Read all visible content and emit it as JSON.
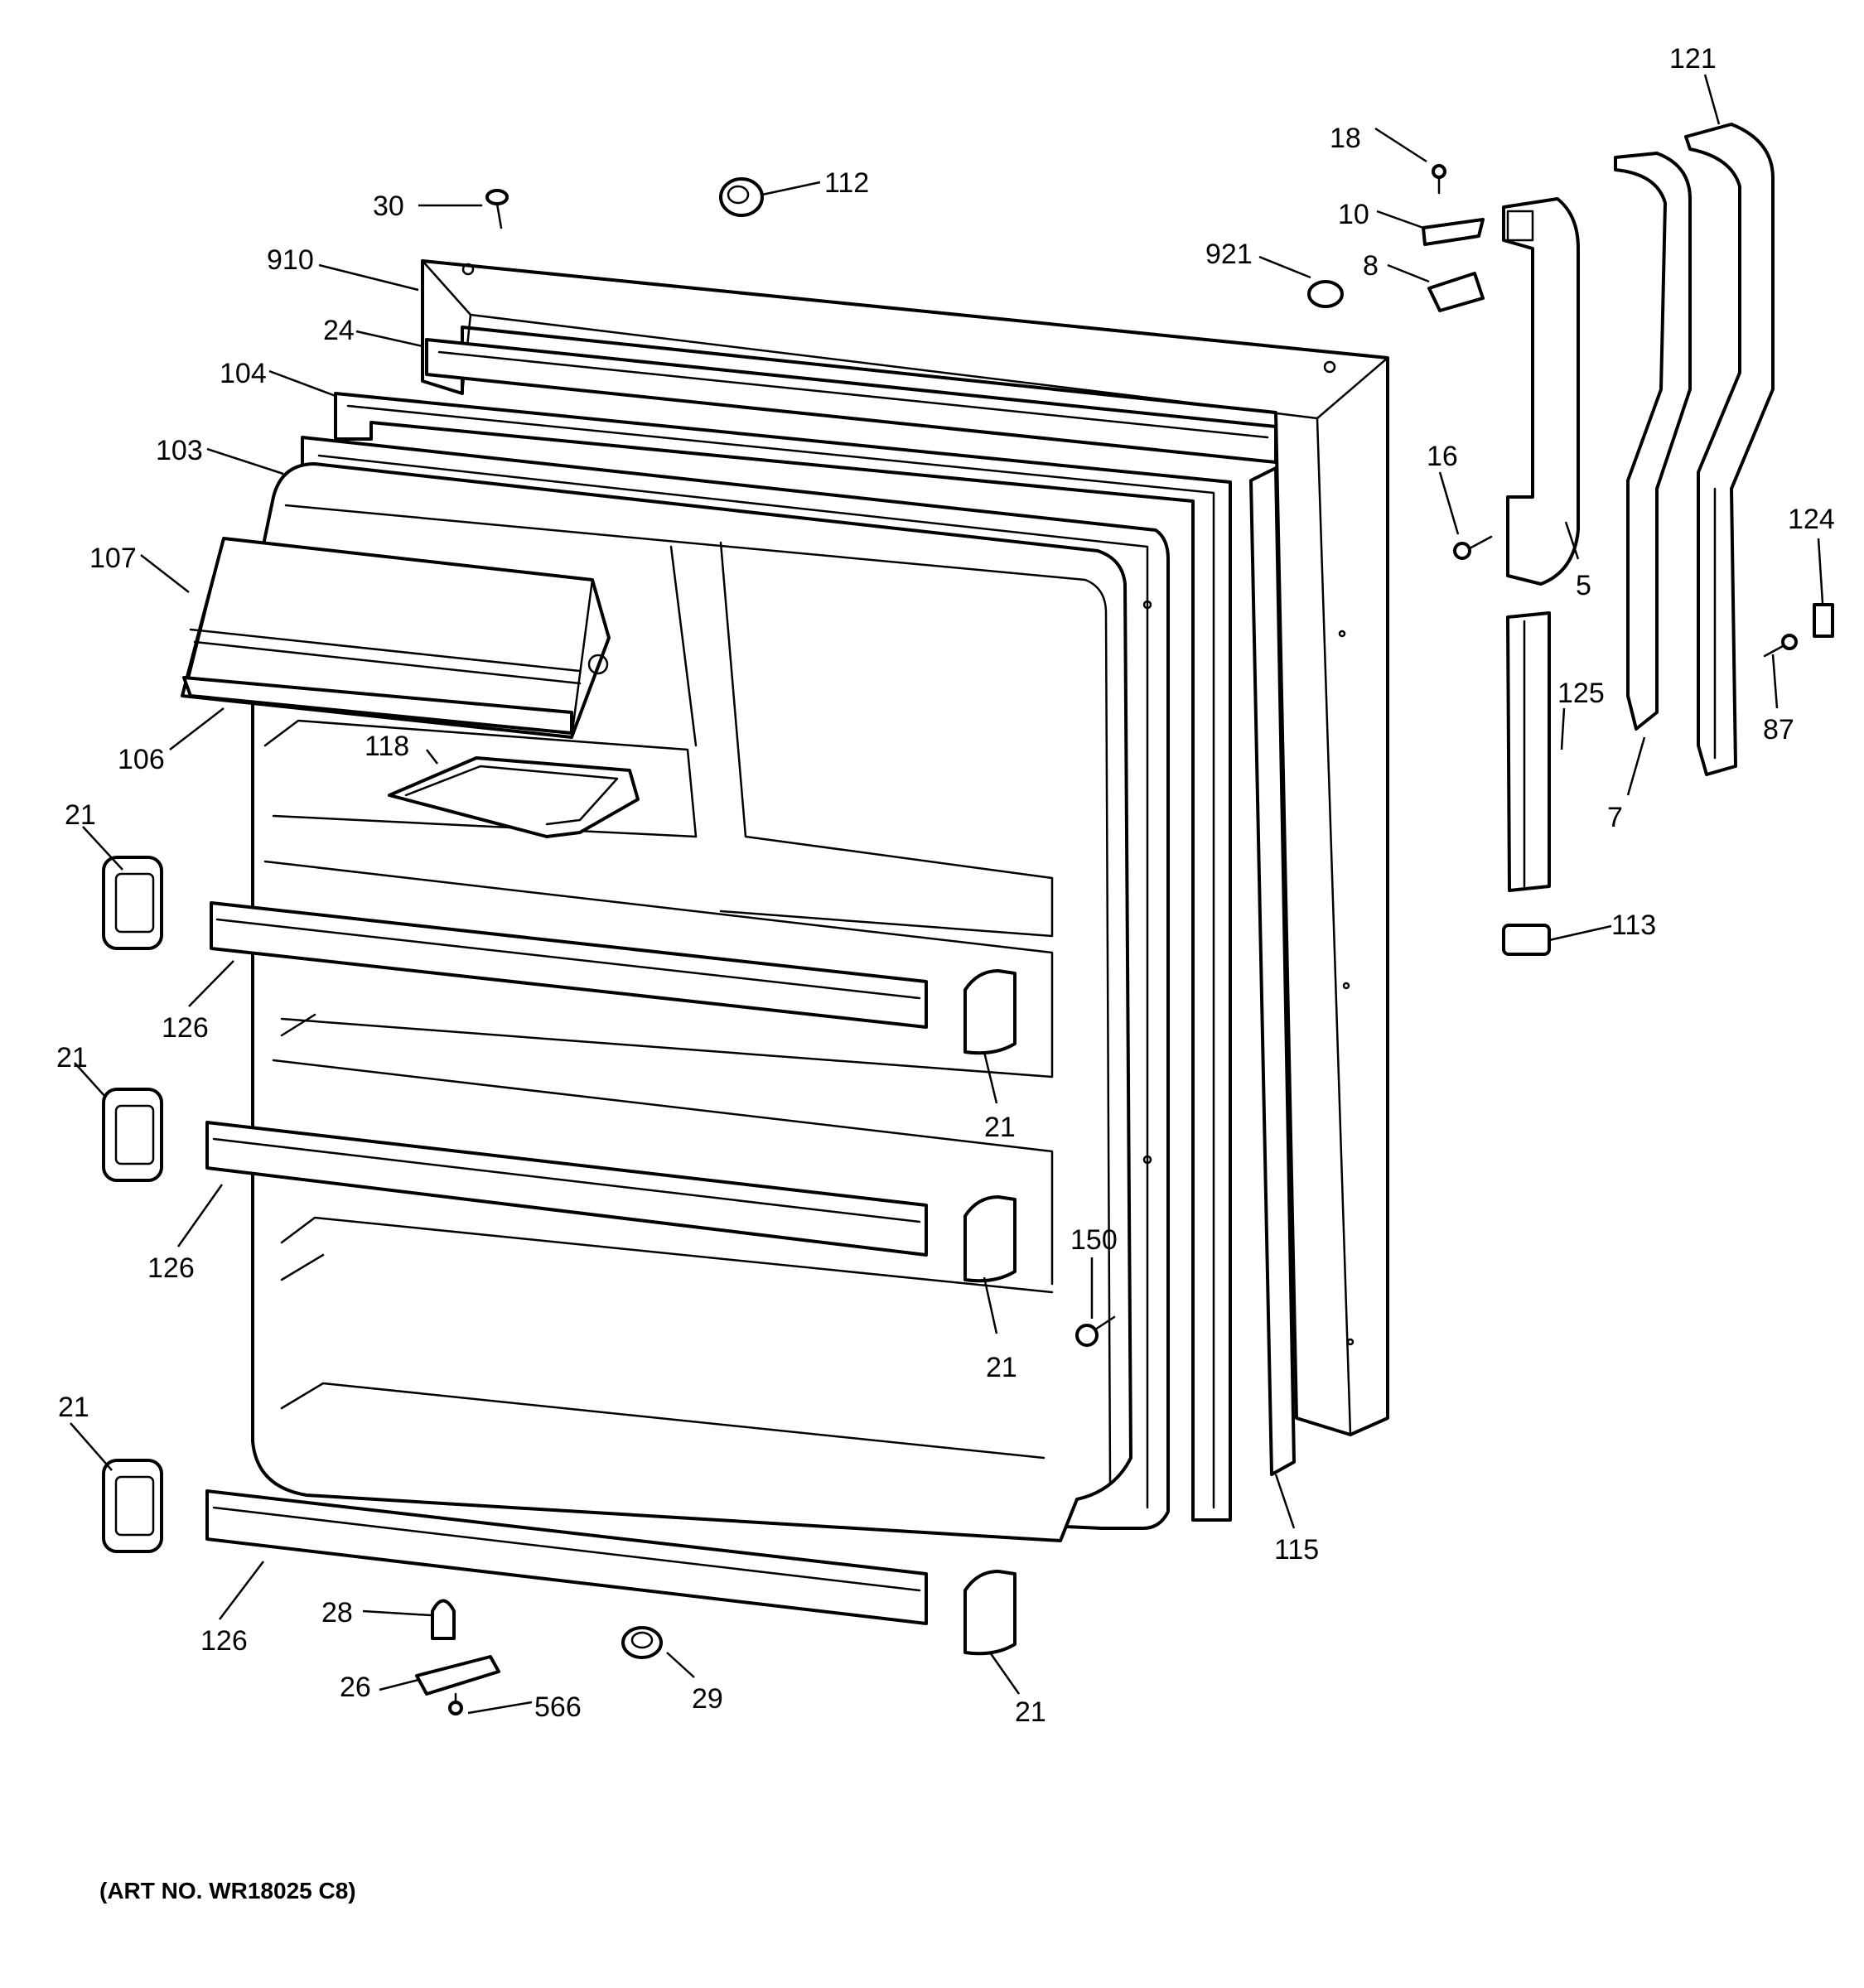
{
  "diagram": {
    "art_number": "(ART NO. WR18025 C8)",
    "callouts": {
      "p30": "30",
      "p112": "112",
      "p910": "910",
      "p24": "24",
      "p104": "104",
      "p103": "103",
      "p107": "107",
      "p106": "106",
      "p118": "118",
      "p21_a": "21",
      "p21_b": "21",
      "p21_c": "21",
      "p21_d": "21",
      "p21_e": "21",
      "p21_f": "21",
      "p126_a": "126",
      "p126_b": "126",
      "p126_c": "126",
      "p150": "150",
      "p115": "115",
      "p28": "28",
      "p26": "26",
      "p566": "566",
      "p29": "29",
      "p18": "18",
      "p10": "10",
      "p921": "921",
      "p8": "8",
      "p16": "16",
      "p5": "5",
      "p121": "121",
      "p124": "124",
      "p125": "125",
      "p87": "87",
      "p7": "7",
      "p113": "113"
    }
  }
}
